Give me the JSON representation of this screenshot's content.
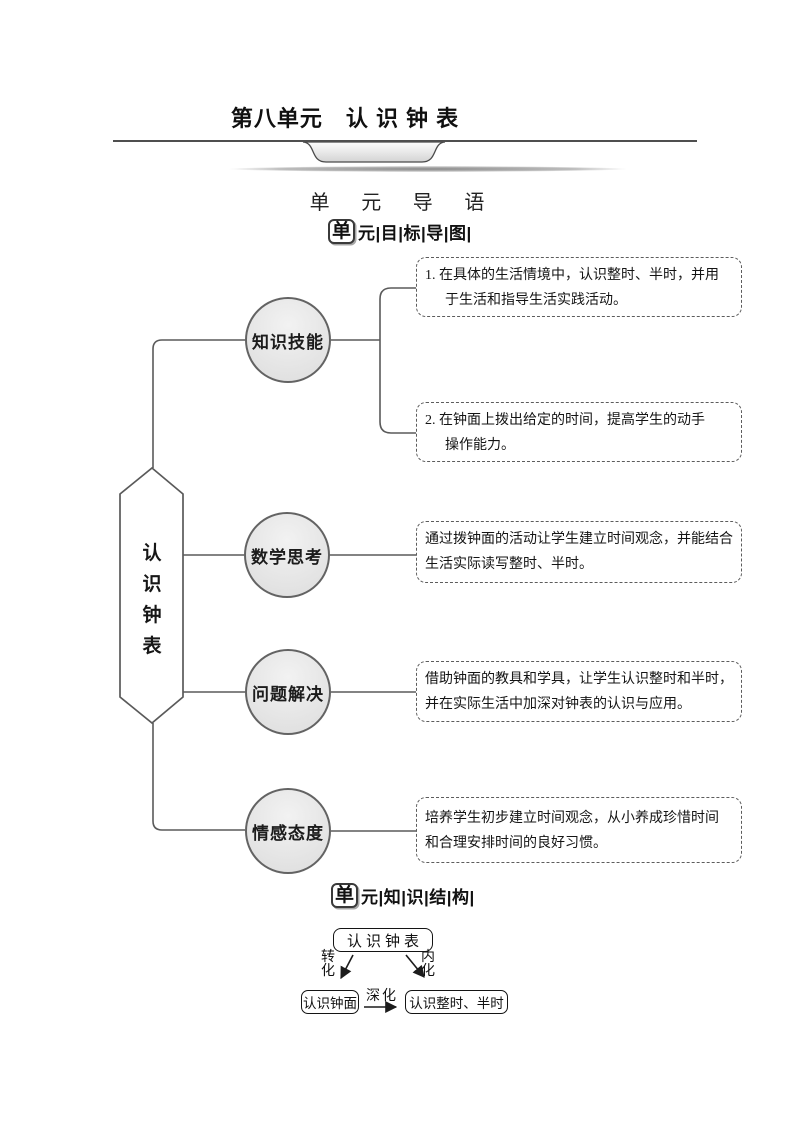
{
  "page_title": "第八单元　认 识 钟 表",
  "intro_heading": "单 元 导 语",
  "section_goal_map": {
    "badge": "单",
    "label": "元|目|标|导|图|"
  },
  "section_knowledge": {
    "badge": "单",
    "label": "元|知|识|结|构|"
  },
  "mindmap": {
    "root_chars": [
      "认",
      "识",
      "钟",
      "表"
    ],
    "nodes": [
      {
        "label": "知识技能"
      },
      {
        "label": "数学思考"
      },
      {
        "label": "问题解决"
      },
      {
        "label": "情感态度"
      }
    ],
    "notes": [
      {
        "lines": [
          "1. 在具体的生活情境中，认识整时、半时，并用",
          "于生活和指导生活实践活动。"
        ]
      },
      {
        "lines": [
          "2. 在钟面上拨出给定的时间，提高学生的动手",
          "操作能力。"
        ]
      },
      {
        "lines": [
          "通过拨钟面的活动让学生建立时间观念，并能结合",
          "生活实际读写整时、半时。"
        ]
      },
      {
        "lines": [
          "借助钟面的教具和学具，让学生认识整时和半时，",
          "并在实际生活中加深对钟表的认识与应用。"
        ]
      },
      {
        "lines": [
          "培养学生初步建立时间观念，从小养成珍惜时间",
          "和合理安排时间的良好习惯。"
        ]
      }
    ]
  },
  "flow": {
    "top": "认识钟表",
    "left_label_chars": [
      "转",
      "化"
    ],
    "right_label_chars": [
      "内",
      "化"
    ],
    "mid_label": "深化",
    "bottom_left": "认识钟面",
    "bottom_right": "认识整时、半时"
  },
  "colors": {
    "connector_line": "#5a5a5a",
    "circle_fill": "#e6e6e6",
    "text": "#1a1a1a",
    "dashed_border": "#5c5c5c"
  }
}
